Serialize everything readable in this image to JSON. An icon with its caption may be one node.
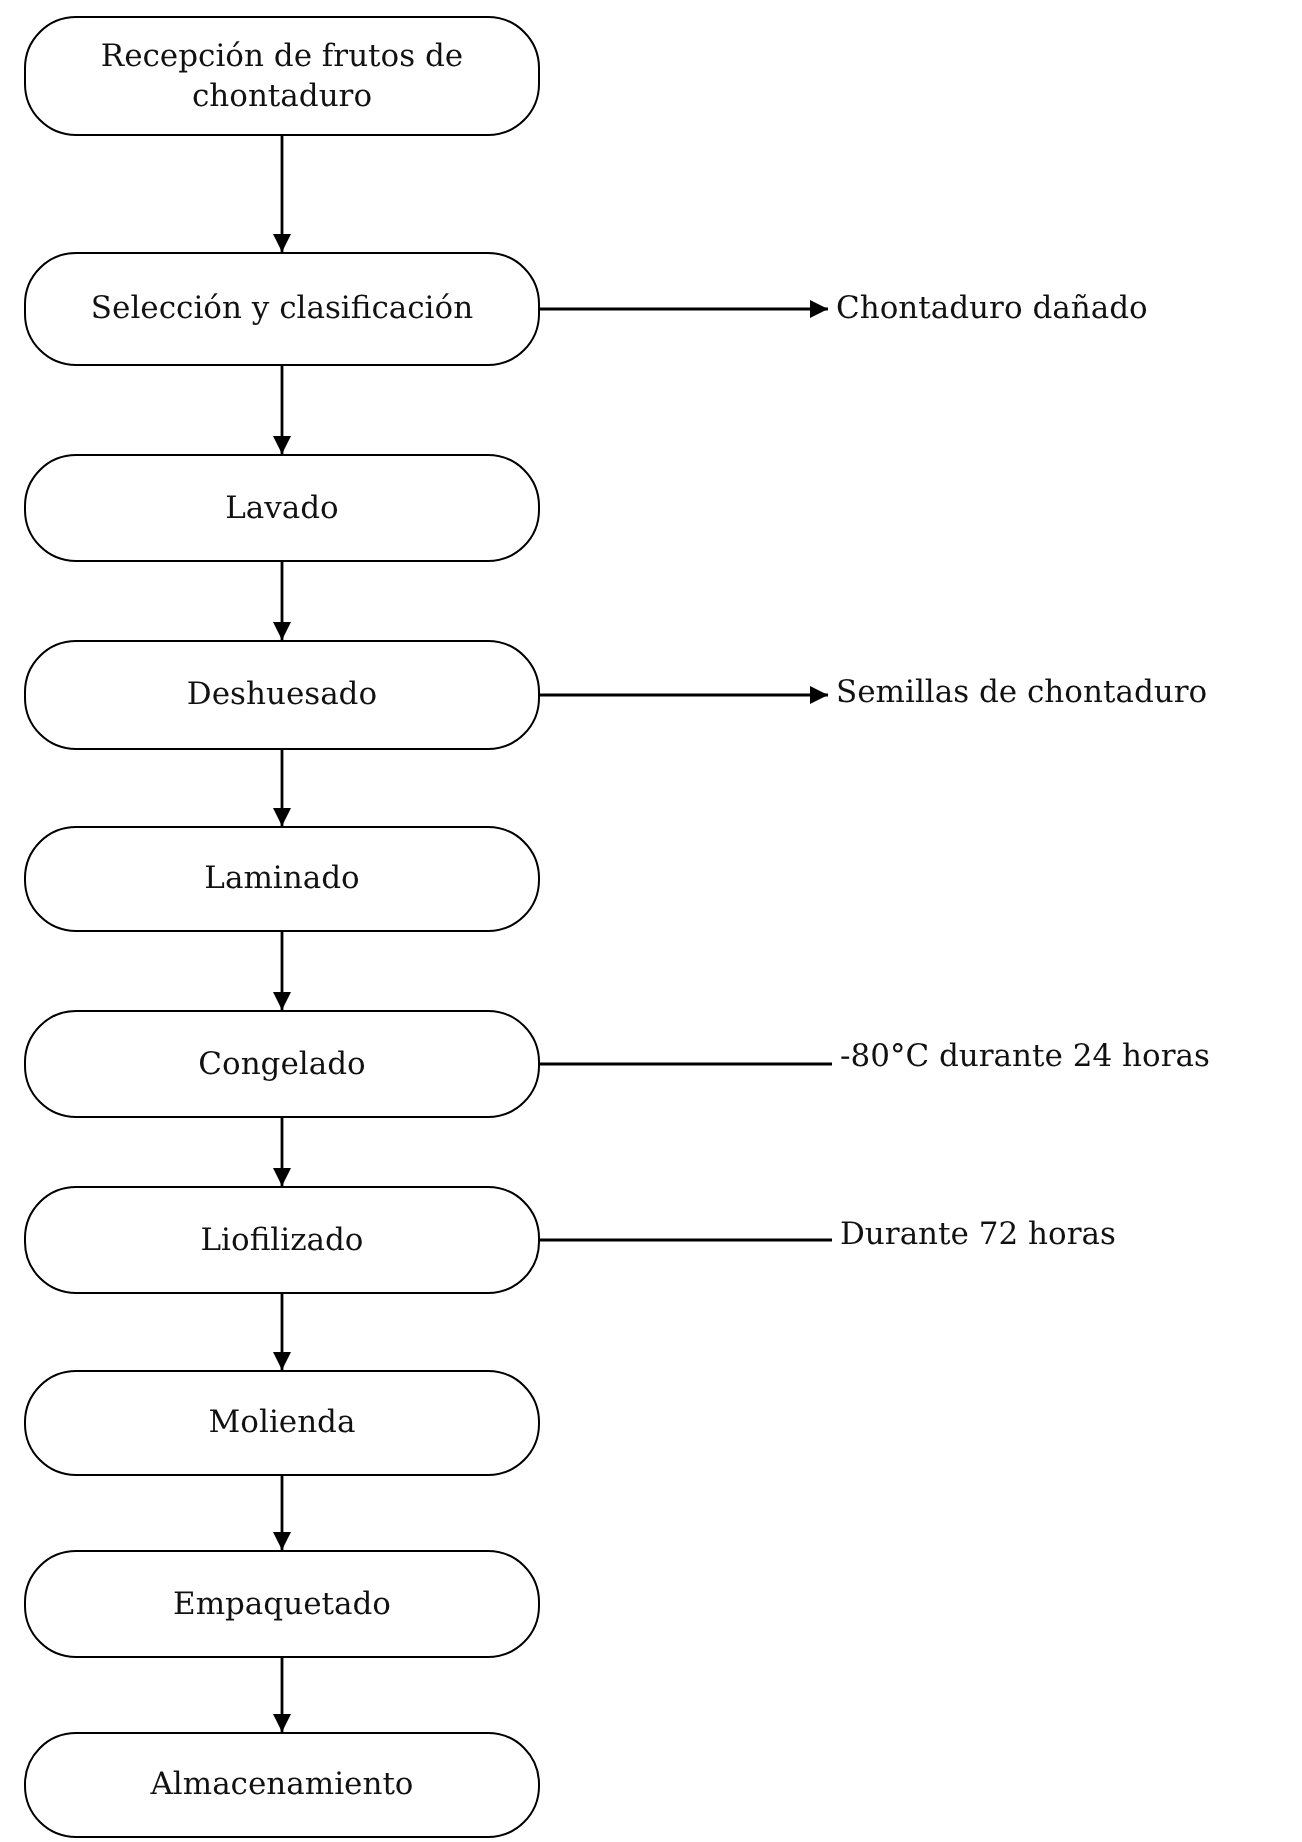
{
  "diagram": {
    "nodes": [
      {
        "text": [
          "Recepción de frutos de chontaduro"
        ]
      },
      {
        "text": [
          "Selección  y clasificación"
        ]
      },
      {
        "text": [
          "Lavado"
        ]
      },
      {
        "text": [
          "Deshuesado"
        ]
      },
      {
        "text": [
          "Laminado"
        ]
      },
      {
        "text": [
          "Congelado"
        ]
      },
      {
        "text": [
          "Liofilizado"
        ]
      },
      {
        "text": [
          "Molienda"
        ]
      },
      {
        "text": [
          "Empaquetado"
        ]
      },
      {
        "text": [
          "Almacenamiento"
        ]
      },
      {
        "text": [
          "Chontaduro dañado"
        ]
      },
      {
        "text": [
          "Semillas de chontaduro"
        ]
      },
      {
        "text": [
          "-80°C durante 24 horas"
        ]
      },
      {
        "text": [
          "Durante 72 horas"
        ]
      }
    ],
    "edges": [
      {
        "from": 0,
        "to": 1,
        "arrow": "to"
      },
      {
        "from": 1,
        "to": 2,
        "arrow": "to"
      },
      {
        "from": 2,
        "to": 3,
        "arrow": "to"
      },
      {
        "from": 3,
        "to": 4,
        "arrow": "to"
      },
      {
        "from": 4,
        "to": 5,
        "arrow": "to"
      },
      {
        "from": 5,
        "to": 6,
        "arrow": "to"
      },
      {
        "from": 6,
        "to": 7,
        "arrow": "to"
      },
      {
        "from": 7,
        "to": 8,
        "arrow": "to"
      },
      {
        "from": 8,
        "to": 9,
        "arrow": "to"
      },
      {
        "from": 1,
        "to": 10,
        "arrow": "to"
      },
      {
        "from": 3,
        "to": 11,
        "arrow": "to"
      },
      {
        "from": 5,
        "to": 12,
        "arrow": "none"
      },
      {
        "from": 6,
        "to": 13,
        "arrow": "none"
      }
    ]
  }
}
